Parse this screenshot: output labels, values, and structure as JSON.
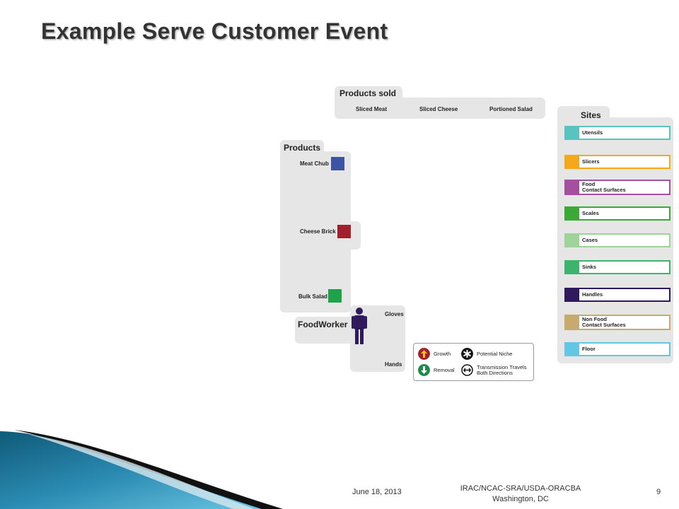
{
  "slide": {
    "title": "Example Serve Customer Event",
    "footer_date": "June 18, 2013",
    "footer_org_line1": "IRAC/NCAC-SRA/USDA-ORACBA",
    "footer_org_line2": "Washington, DC",
    "page_number": "9"
  },
  "products_sold": {
    "title": "Products sold",
    "items": [
      "Sliced Meat",
      "Sliced Cheese",
      "Portioned Salad"
    ]
  },
  "products": {
    "title": "Products",
    "items": [
      {
        "label": "Meat Chub",
        "color": "#3d53a4"
      },
      {
        "label": "Cheese Brick",
        "color": "#a31f2c"
      },
      {
        "label": "Bulk Salad",
        "color": "#1ea34a"
      }
    ]
  },
  "foodworker": {
    "title": "FoodWorker",
    "gloves": "Gloves",
    "hands": "Hands",
    "figure_color": "#2e1a5c"
  },
  "sites": {
    "title": "Sites",
    "items": [
      {
        "label": "Utensils",
        "label2": "",
        "color": "#59c3c0"
      },
      {
        "label": "Slicers",
        "label2": "",
        "color": "#f6a81b"
      },
      {
        "label": "Food",
        "label2": "Contact Surfaces",
        "color": "#a4509e"
      },
      {
        "label": "Scales",
        "label2": "",
        "color": "#3aa935"
      },
      {
        "label": "Cases",
        "label2": "",
        "color": "#9fd39a"
      },
      {
        "label": "Sinks",
        "label2": "",
        "color": "#3cb46e"
      },
      {
        "label": "Handles",
        "label2": "",
        "color": "#2e1a5c"
      },
      {
        "label": "Non Food",
        "label2": "Contact Surfaces",
        "color": "#c8a96e"
      },
      {
        "label": "Floor",
        "label2": "",
        "color": "#62c7e4"
      }
    ]
  },
  "legend": {
    "growth": "Growth",
    "removal": "Removal",
    "potential_niche": "Potential Niche",
    "transmission_line1": "Transmission Travels",
    "transmission_line2": "Both Directions",
    "growth_color": "#a31f2c",
    "removal_color": "#1e8a4a"
  }
}
